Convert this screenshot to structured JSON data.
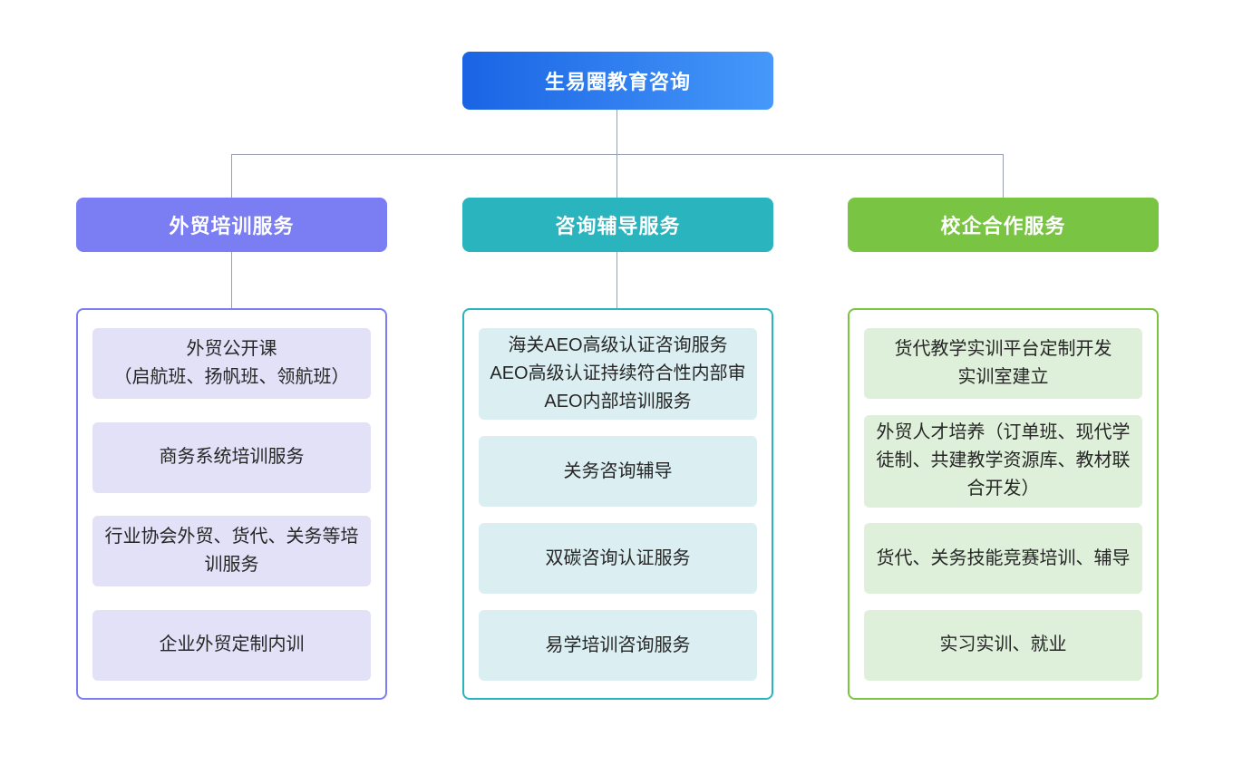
{
  "root": {
    "label": "生易圈教育咨询",
    "gradient_left": "#1a64e4",
    "gradient_right": "#4698fa",
    "text_color": "#ffffff"
  },
  "connector_color": "#98a0ad",
  "branches": [
    {
      "id": "trade-training",
      "label": "外贸培训服务",
      "header_color": "#7b7ef2",
      "border_color": "#7b7ef2",
      "item_bg": "#e2e1f7",
      "items": [
        "外贸公开课\n（启航班、扬帆班、领航班）",
        "商务系统培训服务",
        "行业协会外贸、货代、关务等培训服务",
        "企业外贸定制内训"
      ]
    },
    {
      "id": "consulting-coaching",
      "label": "咨询辅导服务",
      "header_color": "#2ab4bd",
      "border_color": "#2ab4bd",
      "item_bg": "#dbeff2",
      "items": [
        "海关AEO高级认证咨询服务\nAEO高级认证持续符合性内部审\nAEO内部培训服务",
        "关务咨询辅导",
        "双碳咨询认证服务",
        "易学培训咨询服务"
      ]
    },
    {
      "id": "school-enterprise",
      "label": "校企合作服务",
      "header_color": "#7ac444",
      "border_color": "#7ac444",
      "item_bg": "#def0da",
      "items": [
        "货代教学实训平台定制开发\n实训室建立",
        "外贸人才培养（订单班、现代学徒制、共建教学资源库、教材联合开发）",
        "货代、关务技能竞赛培训、辅导",
        "实习实训、就业"
      ]
    }
  ]
}
